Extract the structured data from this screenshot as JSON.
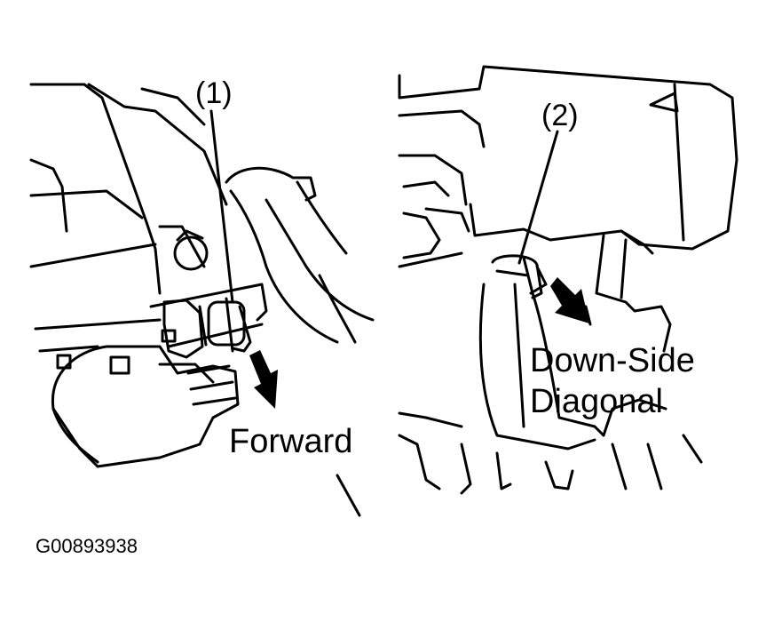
{
  "left_panel": {
    "callout": "(1)",
    "direction": "Forward"
  },
  "right_panel": {
    "callout": "(2)",
    "direction_line1": "Down-Side",
    "direction_line2": "Diagonal"
  },
  "figure_code": "G00893938",
  "colors": {
    "ink": "#000000",
    "paper": "#ffffff"
  }
}
